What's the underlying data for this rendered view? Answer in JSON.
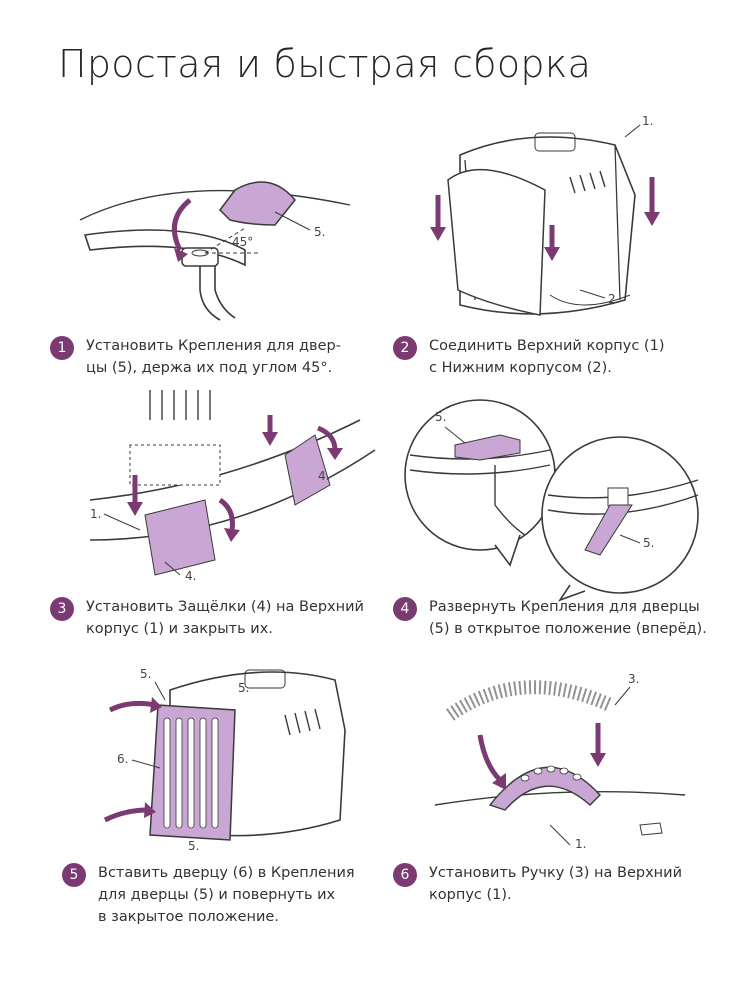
{
  "title": "Простая и быстрая сборка",
  "steps": [
    {
      "number": "1",
      "text": "Установить Крепления для двер-\nцы (5), держа их под углом 45°."
    },
    {
      "number": "2",
      "text": "Соединить Верхний корпус (1)\nс Нижним корпусом (2)."
    },
    {
      "number": "3",
      "text": "Установить Защёлки (4) на Верхний\nкорпус (1) и закрыть их."
    },
    {
      "number": "4",
      "text": "Развернуть Крепления для дверцы\n(5)  в открытое положение (вперёд)."
    },
    {
      "number": "5",
      "text": "Вставить дверцу (6) в Крепления\nдля дверцы (5) и повернуть их\nв закрытое положение."
    },
    {
      "number": "6",
      "text": "Установить  Ручку (3) на Верхний\nкорпус (1)."
    }
  ],
  "callouts": {
    "p1_part": "5.",
    "p1_angle": "45°",
    "p2_top": "1.",
    "p2_bottom": "2.",
    "p3_latch": "4.",
    "p3_body": "1.",
    "p3_latch2": "4.",
    "p4_top": "5.",
    "p4_bottom": "5.",
    "p5_left": "5.",
    "p5_right": "5.",
    "p5_door": "6.",
    "p5_bottom": "5.",
    "p6_handle": "3.",
    "p6_body": "1."
  },
  "colors": {
    "accent": "#7b3a72",
    "part_fill": "#c9a6d4",
    "line": "#3a3a3a"
  }
}
